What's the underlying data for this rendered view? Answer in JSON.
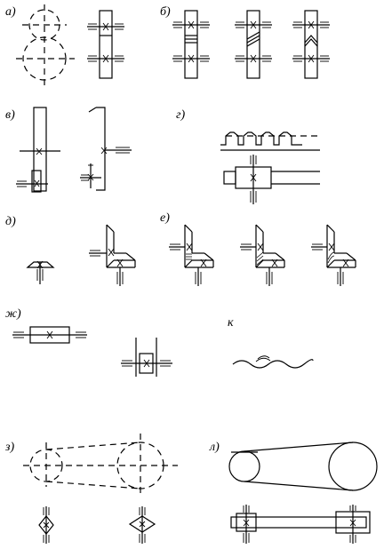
{
  "labels": {
    "a": "а)",
    "b": "б)",
    "v": "в)",
    "g": "г)",
    "d": "д)",
    "e": "е)",
    "zh": "ж)",
    "k": "к",
    "z": "з)",
    "l": "л)"
  },
  "colors": {
    "line": "#000000",
    "background": "#ffffff"
  }
}
